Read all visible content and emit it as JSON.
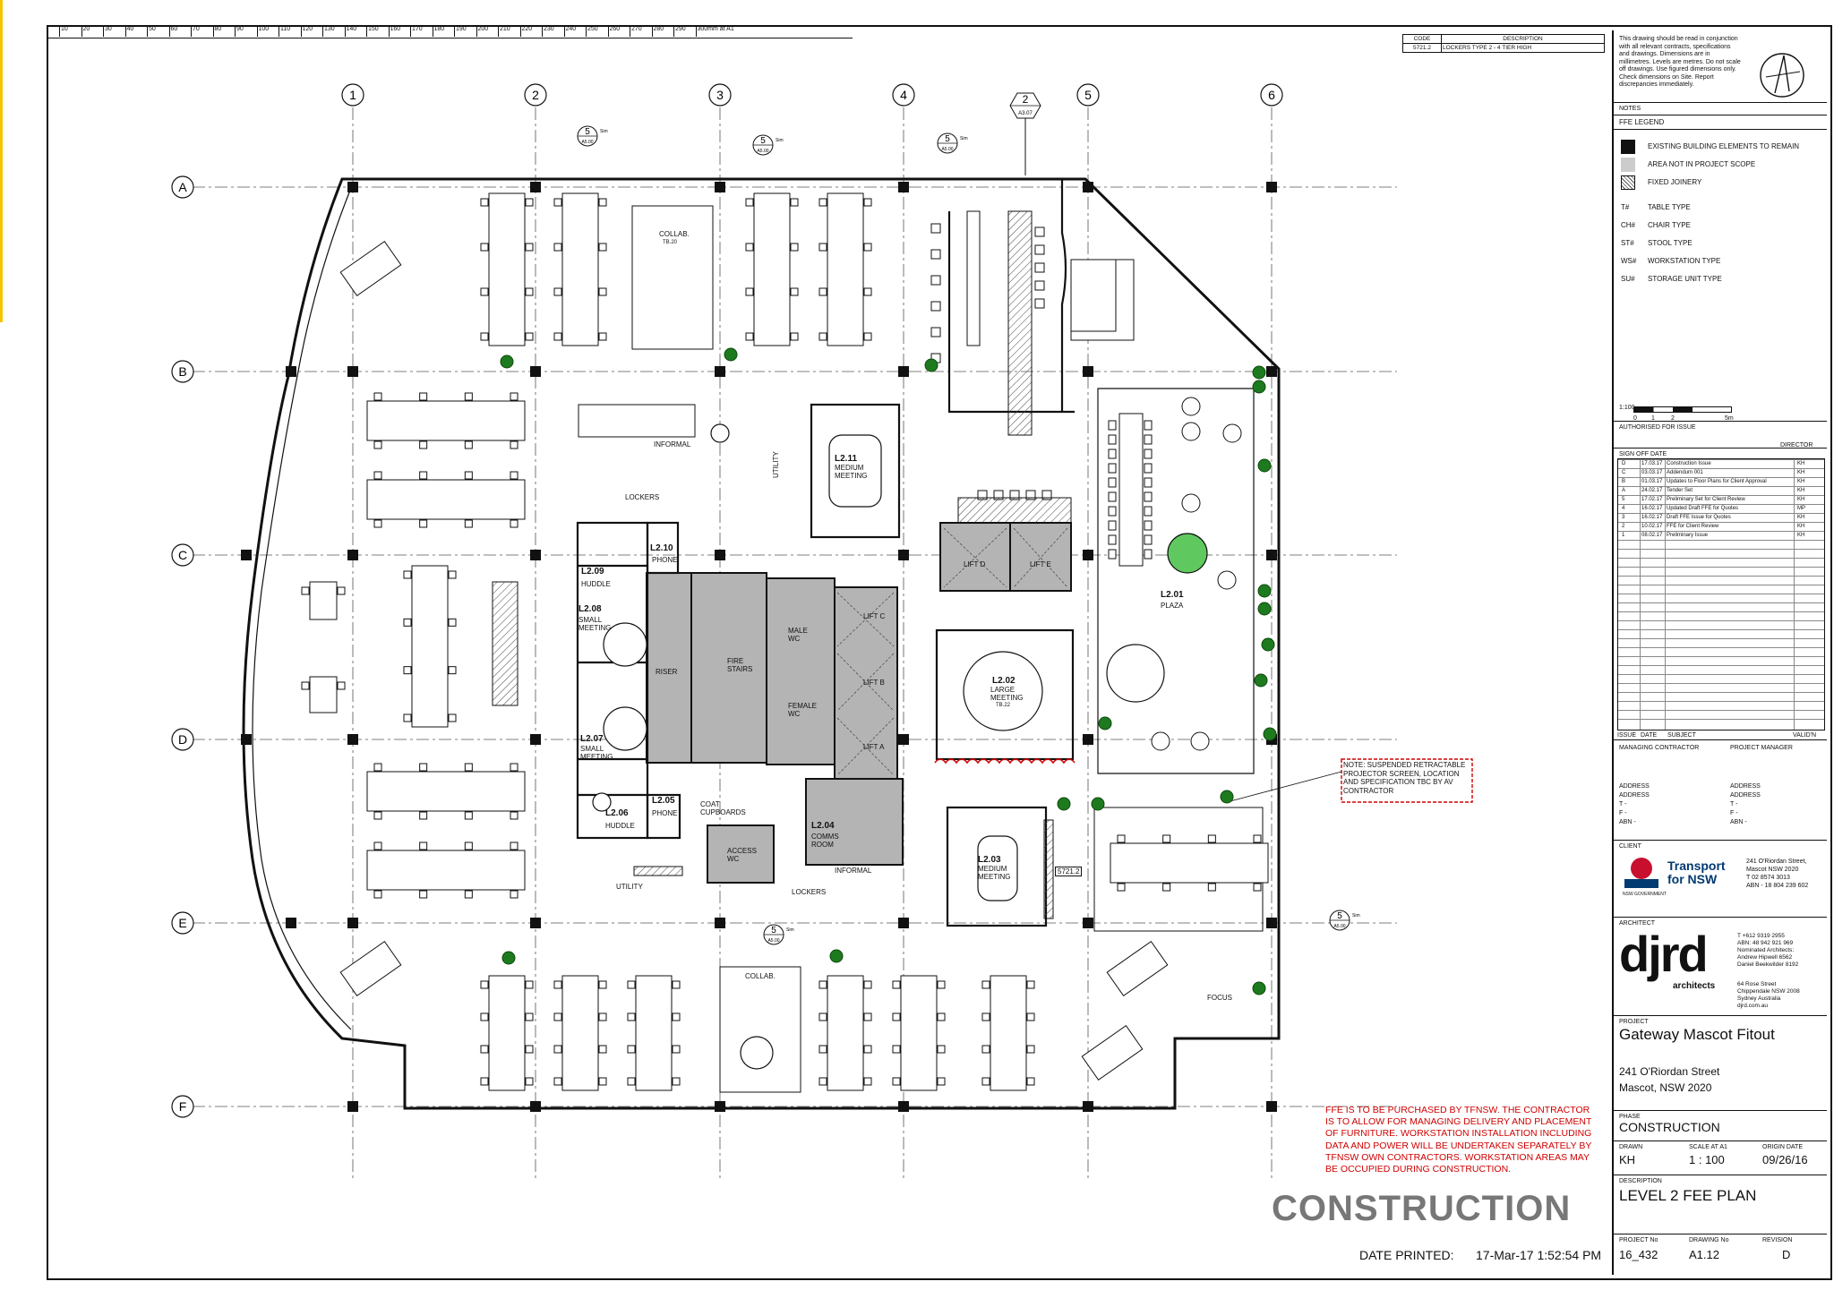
{
  "ruler": {
    "ticks": [
      "10",
      "20",
      "30",
      "40",
      "50",
      "60",
      "70",
      "80",
      "90",
      "100",
      "110",
      "120",
      "130",
      "140",
      "150",
      "160",
      "170",
      "180",
      "190",
      "200",
      "210",
      "220",
      "230",
      "240",
      "250",
      "260",
      "270",
      "280",
      "290",
      "300mm at A1"
    ]
  },
  "grid": {
    "columns": [
      "1",
      "2",
      "3",
      "4",
      "5",
      "6"
    ],
    "rows": [
      "A",
      "B",
      "C",
      "D",
      "E",
      "F"
    ]
  },
  "section_markers": [
    {
      "num": "5",
      "ref": "A5.00",
      "sim": "Sim"
    },
    {
      "num": "5",
      "ref": "A5.00",
      "sim": "Sim"
    },
    {
      "num": "5",
      "ref": "A5.00",
      "sim": "Sim"
    },
    {
      "num": "5",
      "ref": "A5.00",
      "sim": "Sim"
    },
    {
      "num": "5",
      "ref": "A5.00",
      "sim": "Sim"
    }
  ],
  "elevation_marker": {
    "num": "2",
    "ref": "A3.07"
  },
  "rooms": {
    "collab_top": "COLLAB.",
    "collab_top_tb": "TB.20",
    "informal": "INFORMAL",
    "lockers_top": "LOCKERS",
    "utility_top": "UTILITY",
    "l211_id": "L2.11",
    "l211_name": "MEDIUM MEETING",
    "l210_id": "L2.10",
    "l210_name": "PHONE",
    "l209_id": "L2.09",
    "l209_name": "HUDDLE",
    "l208_id": "L2.08",
    "l208_name": "SMALL MEETING",
    "l207_id": "L2.07",
    "l207_name": "SMALL MEETING",
    "l206_id": "L2.06",
    "l206_name": "HUDDLE",
    "l205_id": "L2.05",
    "l205_name": "PHONE",
    "riser": "RISER",
    "fire_stairs": "FIRE STAIRS",
    "male_wc": "MALE WC",
    "female_wc": "FEMALE WC",
    "lift_c": "LIFT C",
    "lift_b": "LIFT B",
    "lift_a": "LIFT A",
    "lift_d": "LIFT D",
    "lift_e": "LIFT E",
    "coat_cupboards": "COAT CUPBOARDS",
    "access_wc": "ACCESS WC",
    "l204_id": "L2.04",
    "l204_name": "COMMS ROOM",
    "informal_bottom": "INFORMAL",
    "lockers_bottom": "LOCKERS",
    "utility_bottom": "UTILITY",
    "l202_id": "L2.02",
    "l202_name": "LARGE MEETING",
    "l202_tb": "TB.22",
    "l203_id": "L2.03",
    "l203_name": "MEDIUM MEETING",
    "l201_id": "L2.01",
    "l201_name": "PLAZA",
    "collab_bottom": "COLLAB.",
    "focus": "FOCUS",
    "ref_code": "5721.2"
  },
  "note_screen": "NOTE: SUSPENDED RETRACTABLE PROJECTOR SCREEN, LOCATION AND SPECIFICATION TBC BY AV CONTRACTOR",
  "note_ffe": "FFE IS TO BE PURCHASED BY TFNSW. THE CONTRACTOR IS TO ALLOW FOR MANAGING DELIVERY AND PLACEMENT OF FURNITURE. WORKSTATION INSTALLATION INCLUDING DATA AND POWER WILL BE UNDERTAKEN SEPARATELY BY TFNSW OWN CONTRACTORS. WORKSTATION AREAS MAY BE OCCUPIED DURING CONSTRUCTION.",
  "stamp": "CONSTRUCTION",
  "date_printed_label": "DATE PRINTED:",
  "date_printed": "17-Mar-17 1:52:54 PM",
  "code_table": {
    "headers": [
      "CODE",
      "DESCRIPTION"
    ],
    "rows": [
      [
        "5721.2",
        "LOCKERS TYPE 2 - 4 TIER HIGH"
      ]
    ]
  },
  "titleblock": {
    "disclaimer": "This drawing should be read in conjunction with all relevant contracts, specifications and drawings. Dimensions are in millimetres. Levels are metres. Do not scale off drawings. Use figured dimensions only. Check dimensions on Site. Report discrepancies immediately.",
    "notes_label": "NOTES",
    "ffe_legend_label": "FFE LEGEND",
    "legend": [
      "EXISTING BUILDING ELEMENTS TO REMAIN",
      "AREA NOT IN PROJECT SCOPE",
      "FIXED JOINERY"
    ],
    "legend_codes": [
      {
        "code": "T#",
        "desc": "TABLE TYPE"
      },
      {
        "code": "CH#",
        "desc": "CHAIR TYPE"
      },
      {
        "code": "ST#",
        "desc": "STOOL TYPE"
      },
      {
        "code": "WS#",
        "desc": "WORKSTATION TYPE"
      },
      {
        "code": "SU#",
        "desc": "STORAGE UNIT TYPE"
      }
    ],
    "scale_label": "1:100",
    "scale_ticks": [
      "0",
      "1",
      "2",
      "5m"
    ],
    "authorised": "AUTHORISED FOR ISSUE",
    "director": "DIRECTOR",
    "sign_off": "SIGN OFF DATE",
    "revisions": [
      {
        "rev": "D",
        "date": "17.03.17",
        "subject": "Construction Issue",
        "by": "KH"
      },
      {
        "rev": "C",
        "date": "03.03.17",
        "subject": "Addendum 001",
        "by": "KH"
      },
      {
        "rev": "B",
        "date": "01.03.17",
        "subject": "Updates to Floor Plans for Client Approval",
        "by": "KH"
      },
      {
        "rev": "A",
        "date": "24.02.17",
        "subject": "Tender Set",
        "by": "KH"
      },
      {
        "rev": "5",
        "date": "17.02.17",
        "subject": "Preliminary Set for Client Review",
        "by": "KH"
      },
      {
        "rev": "4",
        "date": "16.02.17",
        "subject": "Updated Draft FFE for Quotes",
        "by": "MP"
      },
      {
        "rev": "3",
        "date": "16.02.17",
        "subject": "Draft FFE Issue for Quotes",
        "by": "KH"
      },
      {
        "rev": "2",
        "date": "10.02.17",
        "subject": "FFE for Client Review",
        "by": "KH"
      },
      {
        "rev": "1",
        "date": "08.02.17",
        "subject": "Preliminary Issue",
        "by": "KH"
      }
    ],
    "rev_headers": [
      "ISSUE",
      "DATE",
      "SUBJECT",
      "VALID'N"
    ],
    "managing_contractor": "MANAGING CONTRACTOR",
    "project_manager": "PROJECT MANAGER",
    "address_block": [
      "ADDRESS",
      "ADDRESS",
      "T -",
      "F -",
      "ABN -"
    ],
    "client_label": "CLIENT",
    "client_logo_text": "Transport for NSW",
    "client_nsw": "NSW GOVERNMENT",
    "client_address": [
      "241 O'Riordan Street,",
      "Mascot NSW 2020",
      "T 02 8574 3013",
      "ABN - 18 804 239 602"
    ],
    "architect_label": "ARCHITECT",
    "architect_logo": "djrd",
    "architect_sub": "architects",
    "architect_contact": [
      "T +612 9319 2955",
      "ABN: 48 942 921 969",
      "Nominated Architects:",
      "Andrew Hipwell  6562",
      "Daniel Beekwilder 8192"
    ],
    "architect_address": [
      "64 Rose Street",
      "Chippendale NSW 2008",
      "Sydney Australia",
      "djrd.com.au"
    ],
    "project_label": "PROJECT",
    "project_name": "Gateway Mascot Fitout",
    "project_address_1": "241 O'Riordan Street",
    "project_address_2": "Mascot, NSW 2020",
    "phase_label": "PHASE",
    "phase": "CONSTRUCTION",
    "drawn_label": "DRAWN",
    "drawn": "KH",
    "scale_a1_label": "SCALE AT A1",
    "scale_a1": "1 : 100",
    "origin_label": "ORIGIN DATE",
    "origin": "09/26/16",
    "description_label": "DESCRIPTION",
    "description": "LEVEL 2 FEE PLAN",
    "project_no_label": "PROJECT No",
    "project_no": "16_432",
    "drawing_no_label": "DRAWING No",
    "drawing_no": "A1.12",
    "revision_label": "REVISION",
    "revision": "D"
  },
  "colors": {
    "core_grey": "#b4b4b4",
    "plant_green": "#1e7a1e",
    "red_note": "#d00000",
    "line": "#111111"
  }
}
